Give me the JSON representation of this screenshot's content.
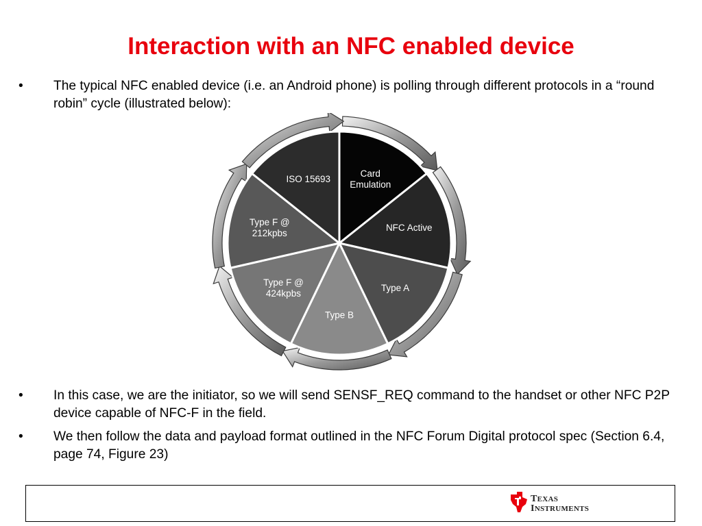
{
  "title": "Interaction with an NFC enabled device",
  "bullets": [
    {
      "mark": "•",
      "text": "The typical NFC enabled device (i.e. an Android phone) is polling through different protocols in a “round robin” cycle (illustrated below):"
    },
    {
      "mark": "•",
      "text": "In this case, we are the initiator, so we will send SENSF_REQ command to the handset or other NFC P2P device capable of NFC-F in the field."
    },
    {
      "mark": "•",
      "text": "We then follow the data and payload format outlined in the NFC Forum Digital protocol spec (Section 6.4, page 74, Figure 23)"
    }
  ],
  "cycle": {
    "segments": [
      {
        "label": "Card Emulation",
        "lines": [
          "Card",
          "Emulation"
        ],
        "fill": "#050505",
        "text_color": "#ffffff"
      },
      {
        "label": "NFC Active",
        "lines": [
          "NFC Active"
        ],
        "fill": "#262626",
        "text_color": "#ffffff"
      },
      {
        "label": "Type A",
        "lines": [
          "Type A"
        ],
        "fill": "#4d4d4d",
        "text_color": "#ffffff"
      },
      {
        "label": "Type B",
        "lines": [
          "Type B"
        ],
        "fill": "#8a8a8a",
        "text_color": "#ffffff"
      },
      {
        "label": "Type F @ 424kpbs",
        "lines": [
          "Type F @",
          "424kpbs"
        ],
        "fill": "#767676",
        "text_color": "#ffffff"
      },
      {
        "label": "Type F @ 212kpbs",
        "lines": [
          "Type F @",
          "212kpbs"
        ],
        "fill": "#585858",
        "text_color": "#ffffff"
      },
      {
        "label": "ISO 15693",
        "lines": [
          "ISO 15693"
        ],
        "fill": "#2c2c2c",
        "text_color": "#ffffff"
      }
    ]
  },
  "logo": {
    "line1_cap": "T",
    "line1_rest": "EXAS",
    "line2_cap": "I",
    "line2_rest": "NSTRUMENTS",
    "color": "#e8000d"
  },
  "colors": {
    "title": "#e8000d"
  }
}
